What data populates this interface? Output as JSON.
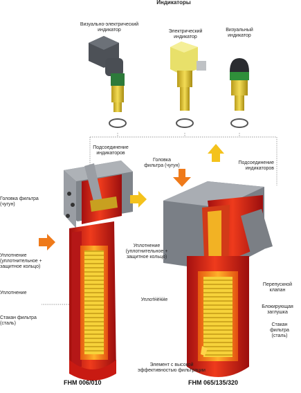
{
  "title": "Индикаторы",
  "indicators": {
    "visual_electric": "Визуально-электрический\nиндикатор",
    "electric": "Электрический\nиндикатор",
    "visual": "Визуальный\nиндикатор"
  },
  "left_labels": {
    "indicator_connection": "Подсоединение\nиндикаторов",
    "filter_head": "Головка фильтра\n(чугун)",
    "seal_protective": "Уплотнение\n(уплотнительное +\nзащитное кольцо)",
    "seal": "Уплотнение",
    "filter_bowl": "Стакан фильтра\n(сталь)"
  },
  "center_labels": {
    "filter_head": "Головка\nфильтра (чугун)",
    "seal_protective": "Уплотнение\n(уплотнительное +\nзащитное кольцо)",
    "seal": "Уплотнение",
    "element": "Элемент с высокой\nэффективностью фильтрации"
  },
  "right_labels": {
    "indicator_connection": "Подсоединение\nиндикаторов",
    "bypass_valve": "Перепускной\nклапан",
    "blocking_plug": "Блокирующая\nзаглушка",
    "filter_bowl": "Стакан\nфильтра\n(сталь)"
  },
  "captions": {
    "small_model": "FHM 006/010",
    "large_model": "FHM 065/135/320"
  }
}
